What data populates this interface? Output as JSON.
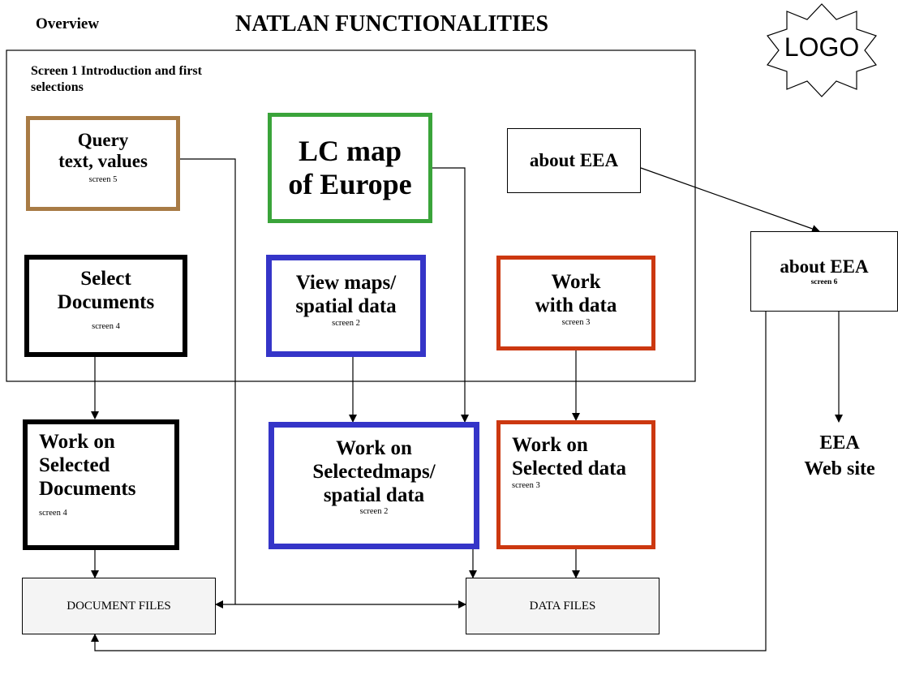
{
  "header": {
    "overview": "Overview",
    "title": "NATLAN FUNCTIONALITIES",
    "logo_text": "LOGO"
  },
  "screen1_group": {
    "label": "Screen 1 Introduction and first selections"
  },
  "boxes": {
    "query": {
      "label": "Query text, values",
      "line1": "Query",
      "line2": "text, values",
      "screen": "screen 5",
      "color": "#a87b45"
    },
    "lc_map": {
      "line1": "LC map",
      "line2": "of Europe",
      "color": "#3aa43a"
    },
    "about_eea_small": {
      "label": "about EEA"
    },
    "select_docs": {
      "line1": "Select",
      "line2": "Documents",
      "screen": "screen 4",
      "color": "#000000"
    },
    "view_maps": {
      "line1": "View maps/",
      "line2": "spatial data",
      "screen": "screen 2",
      "color": "#3535c8"
    },
    "work_data": {
      "line1": "Work",
      "line2": "with data",
      "screen": "screen 3",
      "color": "#cc3810"
    },
    "about_eea_right": {
      "label": "about EEA",
      "screen": "screen 6"
    },
    "work_docs": {
      "line1": "Work on",
      "line2": "Selected",
      "line3": "Documents",
      "screen": "screen 4"
    },
    "work_maps": {
      "line1": "Work on",
      "line2": "Selectedmaps/",
      "line3": "spatial data",
      "screen": "screen 2"
    },
    "work_sel_data": {
      "line1": "Work on",
      "line2": "Selected data",
      "screen": "screen 3"
    },
    "eea_web": {
      "line1": "EEA",
      "line2": "Web site"
    },
    "doc_files": {
      "label": "DOCUMENT FILES"
    },
    "data_files": {
      "label": "DATA FILES"
    }
  }
}
